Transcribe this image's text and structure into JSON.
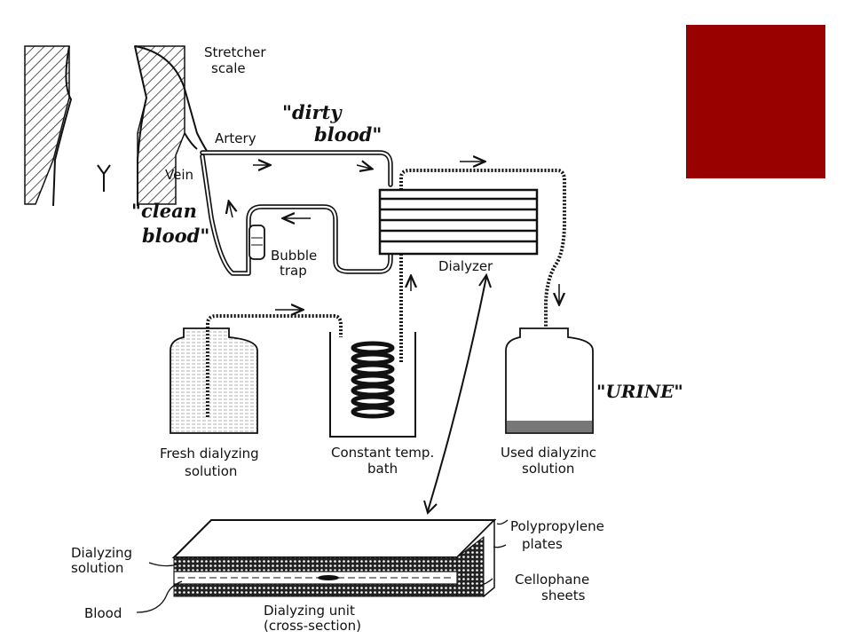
{
  "colors": {
    "accent_box": "#990000",
    "ink": "#111111"
  },
  "labels": {
    "stretcher": [
      "Stretcher",
      "scale"
    ],
    "artery": "Artery",
    "vein": "Vein",
    "bubble_trap": [
      "Bubble",
      "trap"
    ],
    "dialyzer": "Dialyzer",
    "fresh_solution": [
      "Fresh dialyzing",
      "solution"
    ],
    "constant_bath": [
      "Constant temp.",
      "bath"
    ],
    "used_solution": [
      "Used dialyzinc",
      "solution"
    ],
    "polypropylene": [
      "Polypropylene",
      "plates"
    ],
    "cellophane": [
      "Cellophane",
      "sheets"
    ],
    "dialyzing_solution": [
      "Dialyzing",
      "solution"
    ],
    "blood": "Blood",
    "dialyzing_unit": [
      "Dialyzing unit",
      "(cross-section)"
    ]
  },
  "handwritten": {
    "dirty_blood": [
      "\"dirty",
      "blood\""
    ],
    "clean_blood": [
      "\"clean",
      "blood\""
    ],
    "urine": "\"URINE\""
  }
}
